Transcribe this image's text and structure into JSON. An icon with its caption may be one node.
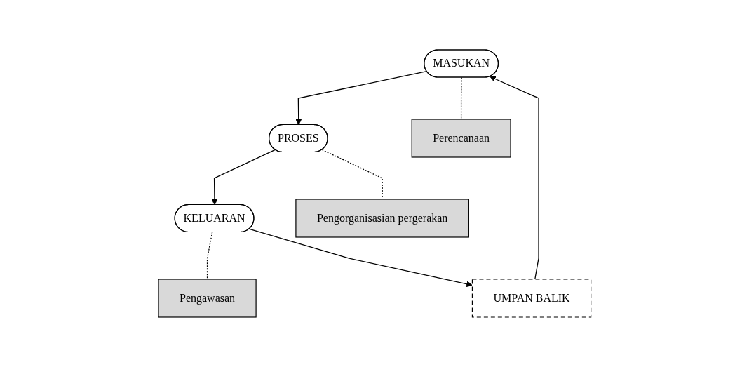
{
  "diagram": {
    "nodes": [
      {
        "text": [
          "MASUKAN"
        ]
      },
      {
        "text": [
          "PROSES"
        ]
      },
      {
        "text": [
          "KELUARAN"
        ]
      },
      {
        "text": [
          "Perencanaan"
        ]
      },
      {
        "text": [
          "Pengorganisasian pergerakan"
        ]
      },
      {
        "text": [
          "Pengawasan"
        ]
      },
      {
        "text": [
          "UMPAN BALIK"
        ]
      }
    ],
    "edges": [
      {
        "from": 0,
        "to": 1,
        "arrow": "to"
      },
      {
        "from": 1,
        "to": 2,
        "arrow": "to"
      },
      {
        "from": 0,
        "to": 3,
        "arrow": "none",
        "style": "dashed"
      },
      {
        "from": 1,
        "to": 4,
        "arrow": "none",
        "style": "dashed"
      },
      {
        "from": 2,
        "to": 5,
        "arrow": "none",
        "style": "dashed"
      },
      {
        "from": 2,
        "to": 6,
        "arrow": "to"
      },
      {
        "from": 6,
        "to": 0,
        "arrow": "to"
      }
    ]
  }
}
